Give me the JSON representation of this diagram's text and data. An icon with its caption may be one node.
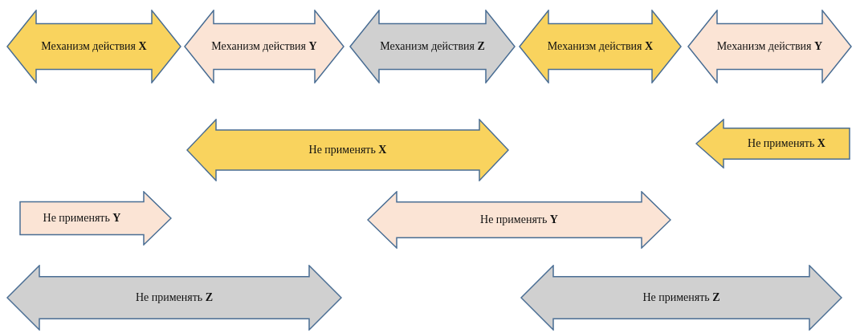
{
  "diagram": {
    "nodes": [
      {
        "text": [
          "Механизм действия **X**"
        ]
      },
      {
        "text": [
          "Механизм действия **Y**"
        ]
      },
      {
        "text": [
          "Механизм действия **Z**"
        ]
      },
      {
        "text": [
          "Механизм действия **X**"
        ]
      },
      {
        "text": [
          "Механизм действия **Y**"
        ]
      },
      {
        "text": [
          "Не применять **X**"
        ]
      },
      {
        "text": [
          "Не применять **X**"
        ]
      },
      {
        "text": [
          "Не применять **Y**"
        ]
      },
      {
        "text": [
          "Не применять **Y**"
        ]
      },
      {
        "text": [
          "Не применять **Z**"
        ]
      },
      {
        "text": [
          "Не применять **Z**"
        ]
      }
    ]
  }
}
